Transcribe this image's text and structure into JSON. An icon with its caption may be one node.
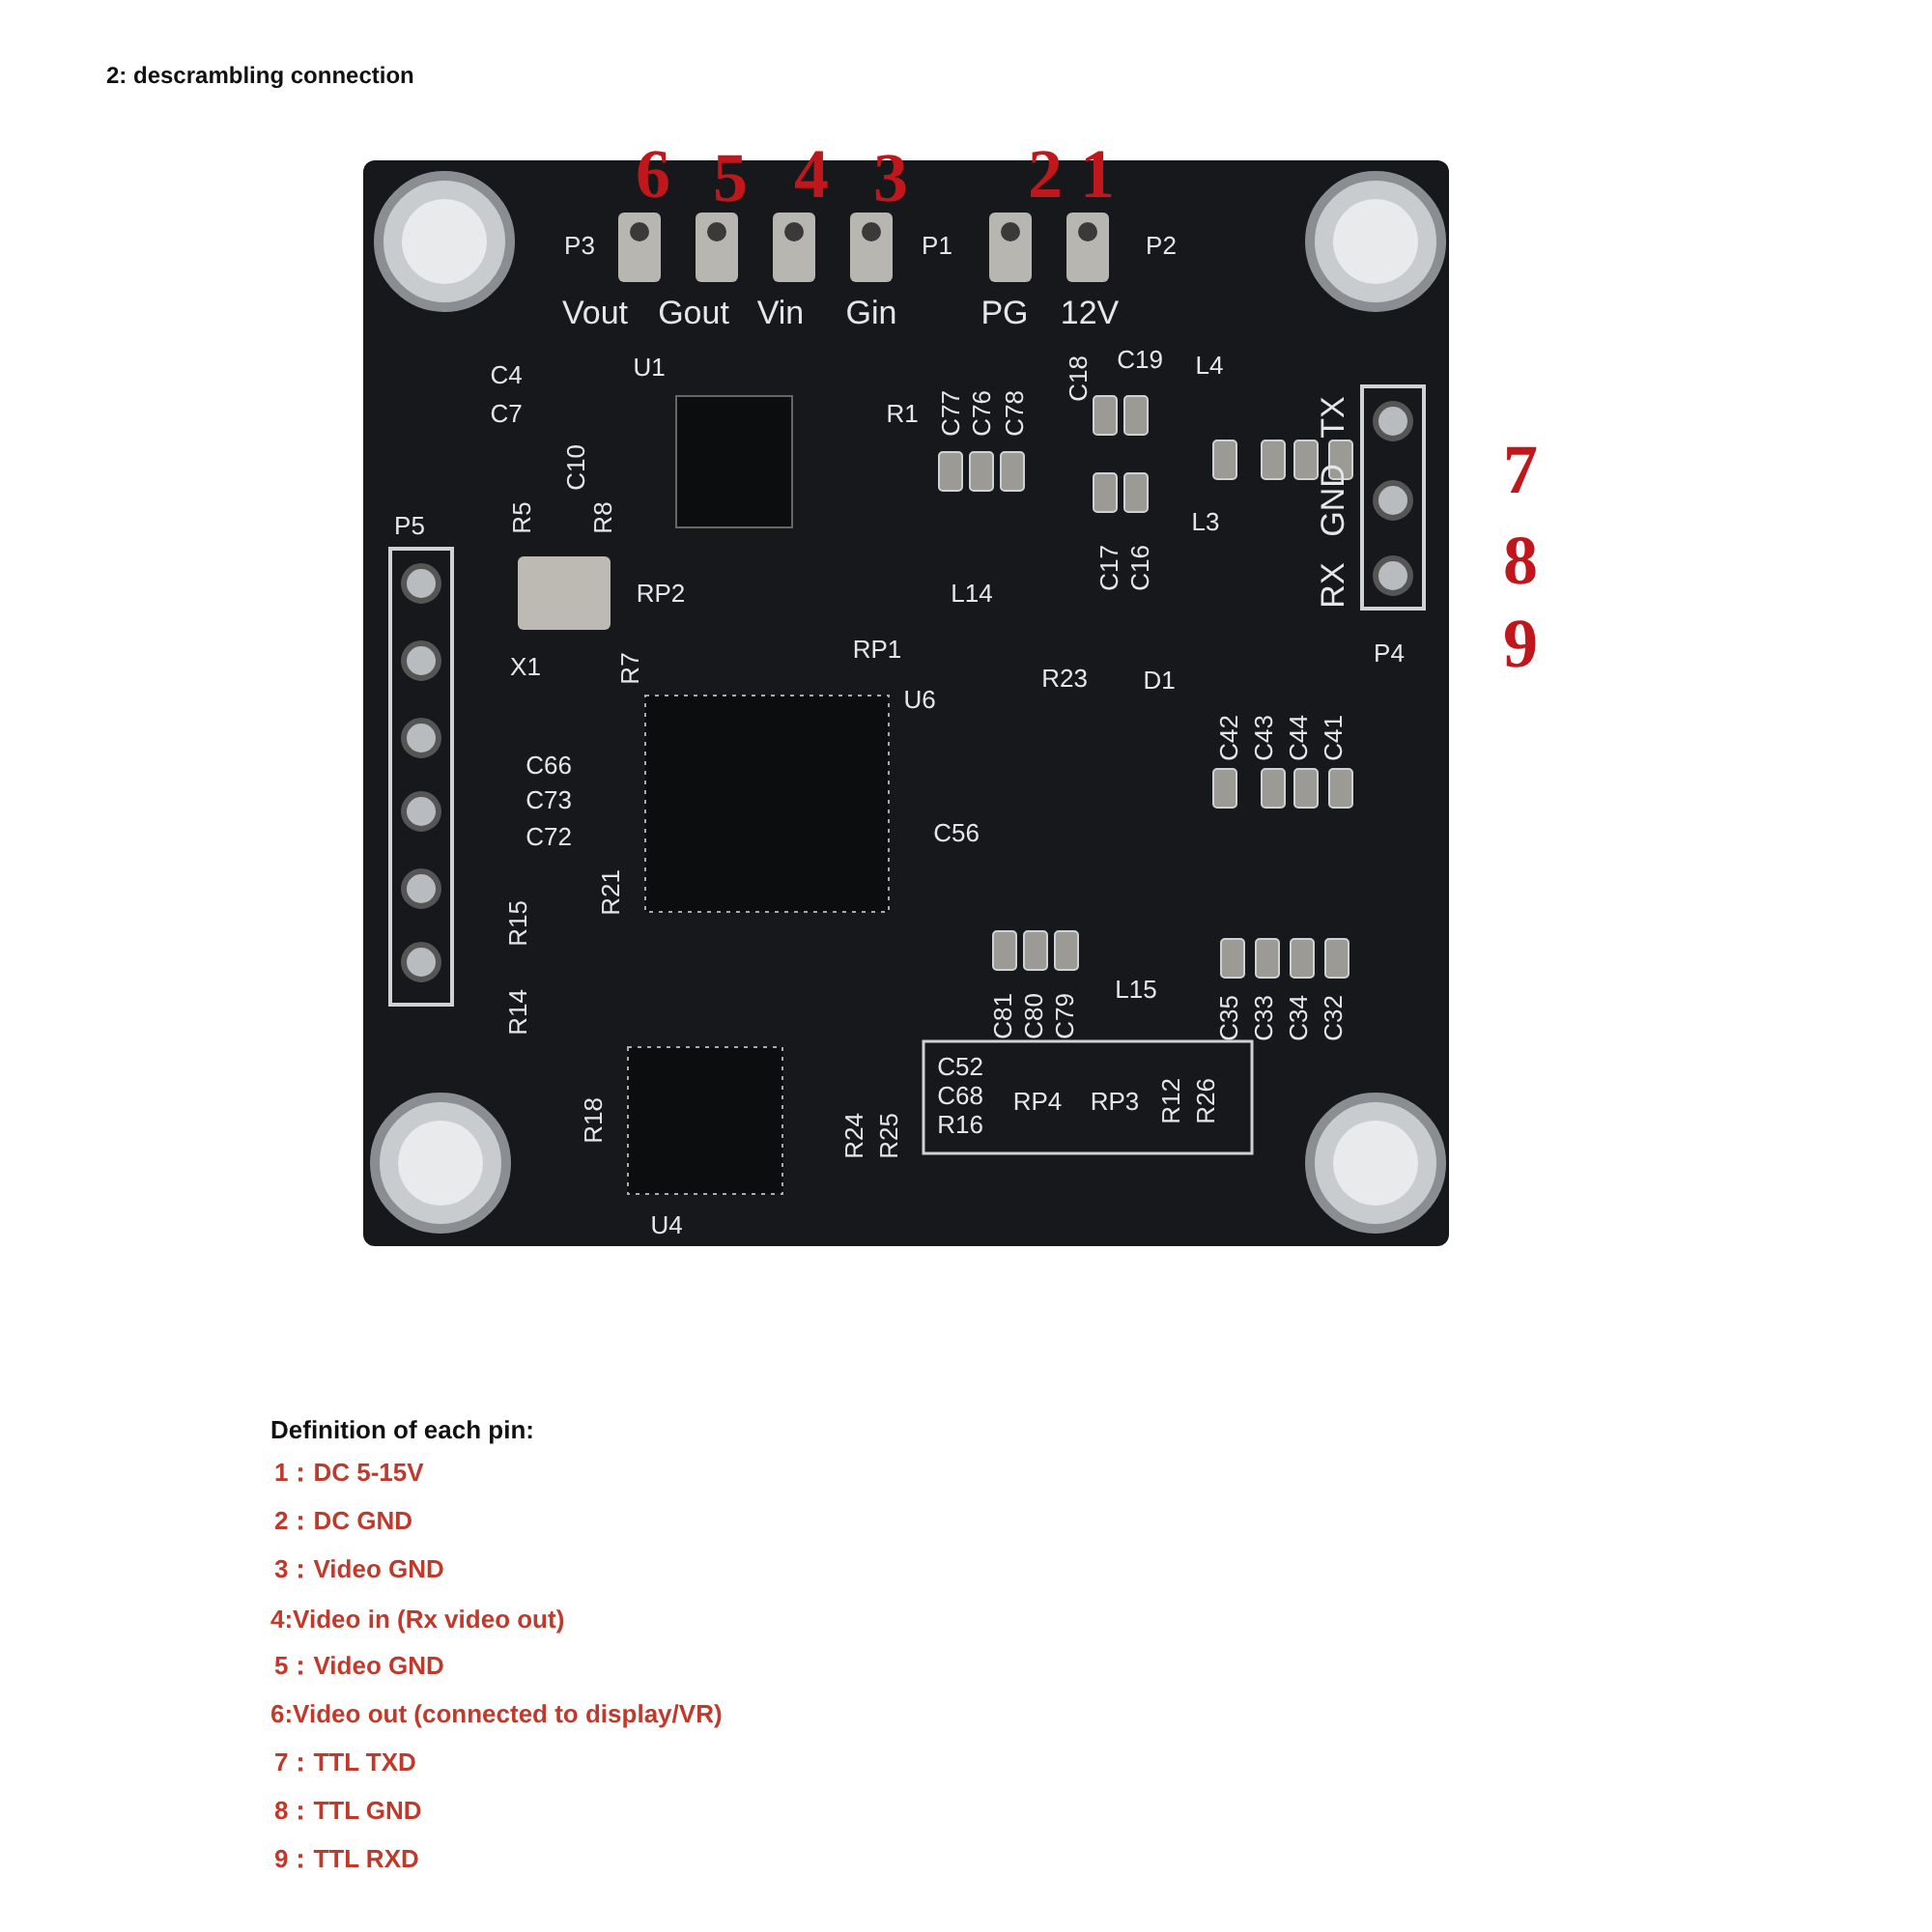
{
  "diagram": {
    "title": "2: descrambling connection",
    "labels": [
      "6",
      "5",
      "4",
      "3",
      "2",
      "1",
      "P3",
      "P1",
      "P2",
      "Vout",
      "Gout",
      "Vin",
      "Gin",
      "PG",
      "12V",
      "C4",
      "U1",
      "C18",
      "C19",
      "L4",
      "C7",
      "R1",
      "C77",
      "C76",
      "C78",
      "TX",
      "C10",
      "GND",
      "7",
      "P5",
      "R5",
      "R8",
      "L3",
      "RP2",
      "L14",
      "C17",
      "C16",
      "RX",
      "8",
      "X1",
      "R7",
      "RP1",
      "U6",
      "R23",
      "D1",
      "P4",
      "9",
      "C66",
      "C42",
      "C43",
      "C44",
      "C41",
      "C73",
      "C72",
      "C56",
      "R15",
      "R21",
      "R14",
      "C81",
      "C80",
      "C79",
      "L15",
      "C35",
      "C33",
      "C34",
      "C32",
      "C52",
      "R18",
      "R24",
      "R25",
      "C68",
      "RP4",
      "RP3",
      "R12",
      "R26",
      "R16",
      "U4",
      "Definition of each pin:",
      "1：DC 5-15V",
      "2：DC GND",
      "3：Video GND",
      "4:Video in (Rx video out)",
      "5：Video GND",
      "6:Video out (connected to display/VR)",
      "7：TTL TXD",
      "8：TTL GND",
      "9：TTL RXD"
    ]
  }
}
